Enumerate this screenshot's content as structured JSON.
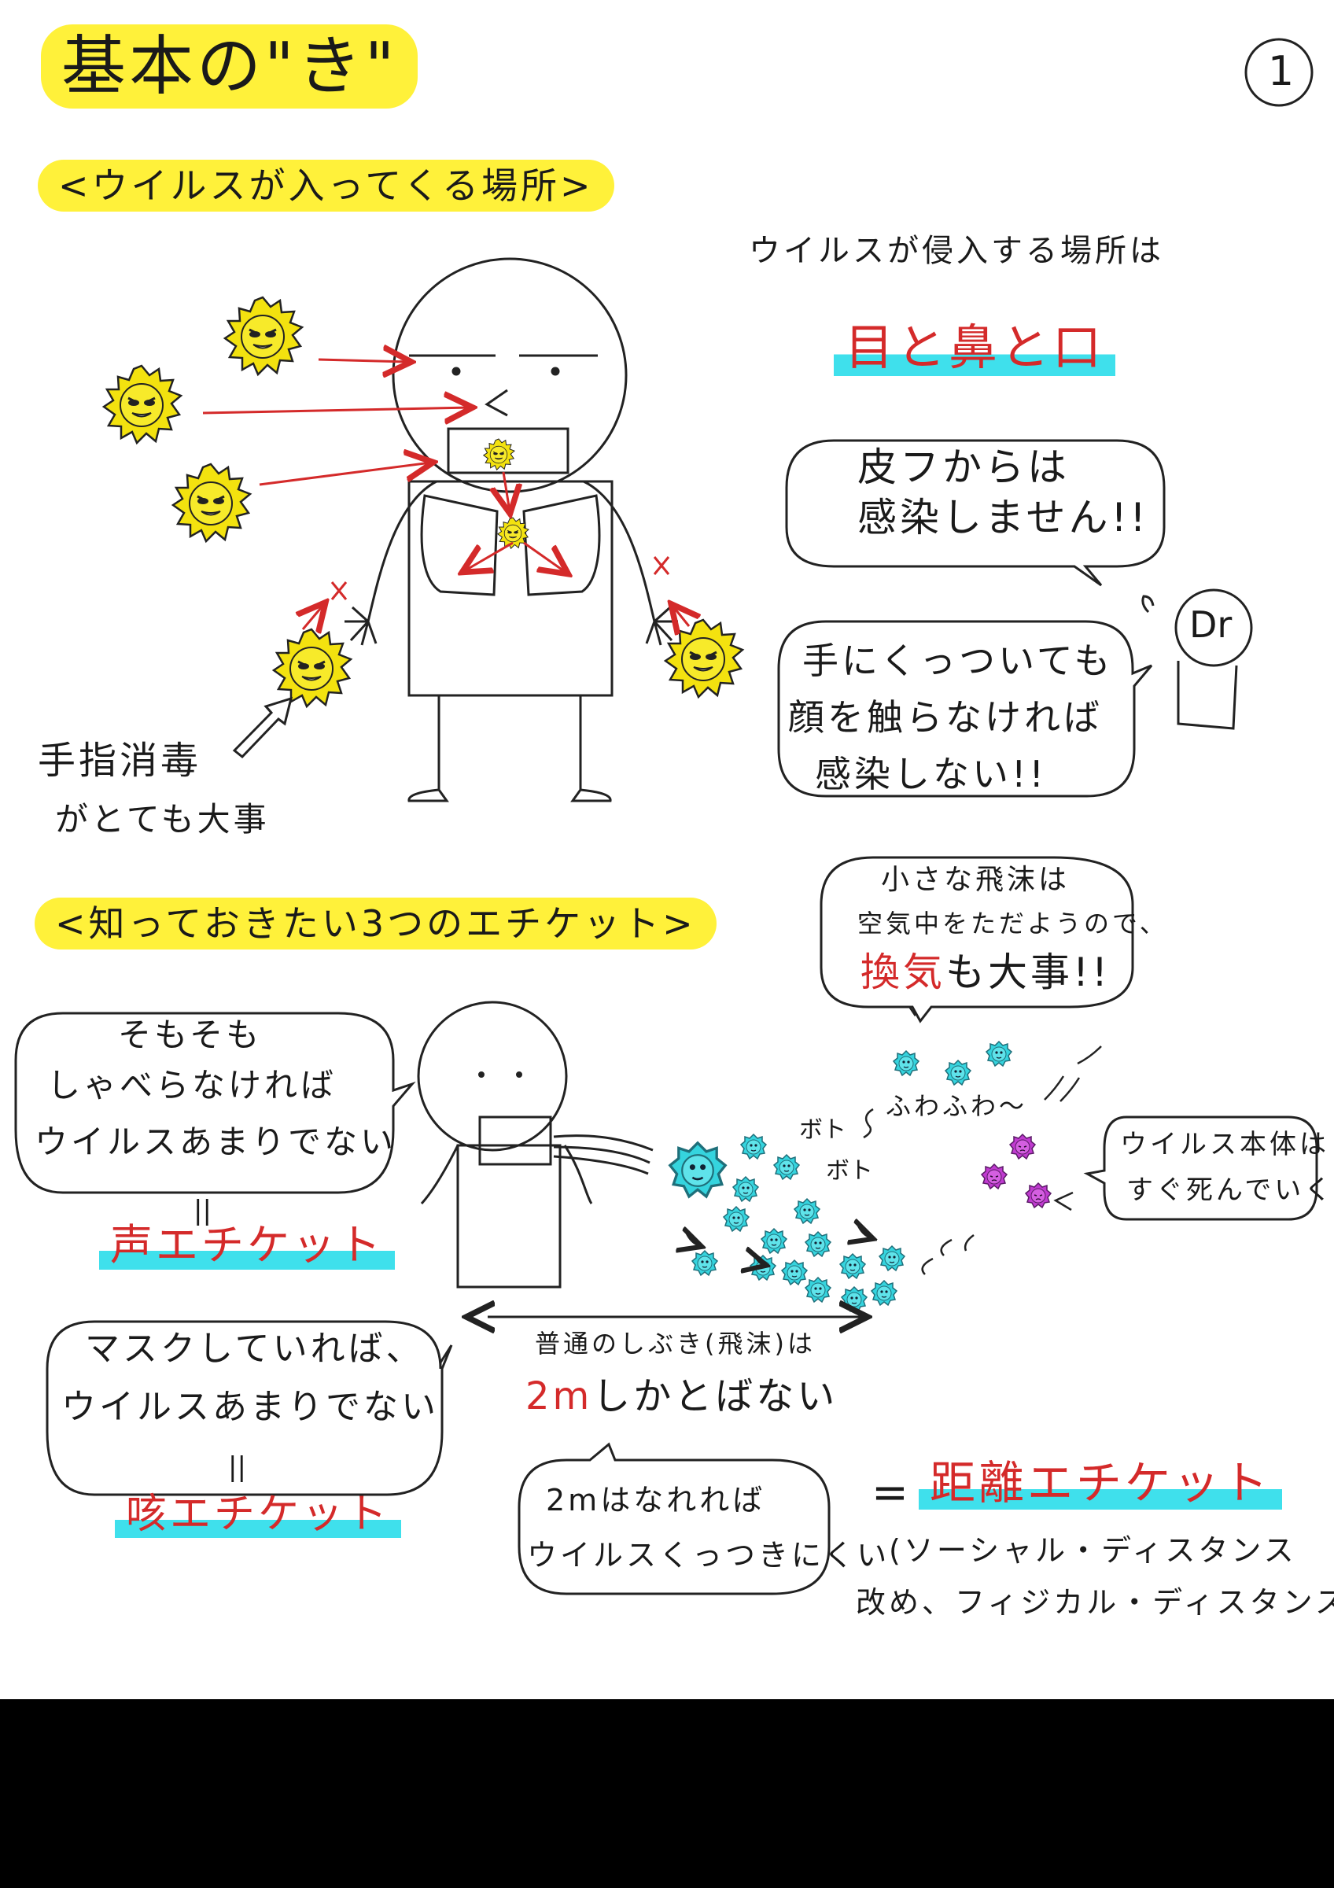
{
  "title": "基本の\"き\"",
  "page_number": "1",
  "section1": {
    "heading": "<ウイルスが入ってくる場所>",
    "invasion_intro": "ウイルスが侵入する場所は",
    "invasion_sites": "目と鼻と口",
    "skin_bubble": [
      "皮フからは",
      "感染しません!!"
    ],
    "hand_bubble": [
      "手にくっついても",
      "顔を触らなければ",
      "感染しない!!"
    ],
    "doctor_label": "Dr",
    "hand_note": [
      "手指消毒",
      "がとても大事"
    ]
  },
  "section2": {
    "heading": "<知っておきたい3つのエチケット>",
    "talk_bubble": [
      "そもそも",
      "しゃべらなければ",
      "ウイルスあまりでない"
    ],
    "equals_mark": "||",
    "voice_etiquette": "声エチケット",
    "mask_bubble": [
      "マスクしていれば、",
      "ウイルスあまりでない"
    ],
    "cough_etiquette": "咳エチケット",
    "droplet_sound_1": "ボト",
    "droplet_sound_2": "ボト",
    "float_sound": "ふわふわ～",
    "ventilation_bubble": [
      "小さな飛沫は",
      "空気中をただようので、"
    ],
    "ventilation_red": "換気",
    "ventilation_end": "も大事!!",
    "virus_body_bubble": [
      "ウイルス本体は",
      "すぐ死んでいく"
    ],
    "distance_line": "普通のしぶき(飛沫)は",
    "distance_red": "2m",
    "distance_end": "しかとばない",
    "two_m_bubble": [
      "2mはなれれば",
      "ウイルスくっつきにくい"
    ],
    "distance_equals": "=",
    "distance_etiquette": "距離エチケット",
    "distance_note": [
      "(ソーシャル・ディスタンス",
      "改め、フィジカル・ディスタンス)"
    ]
  },
  "colors": {
    "highlight_yellow": "#fff13a",
    "underline_cyan": "#3fe0ec",
    "accent_red": "#d42a2a",
    "virus_yellow": "#f3e20f",
    "droplet_cyan": "#35d4de",
    "virus_purple": "#c03bd0"
  }
}
